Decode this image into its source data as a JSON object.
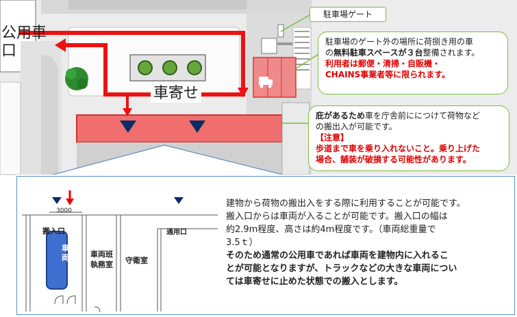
{
  "map": {
    "public_car_label_line1": "公用車",
    "public_car_label_line2": "口",
    "drop_off_label": "車寄せ",
    "gate_label": "駐車場ゲート"
  },
  "callout_parking": {
    "line1": "駐車場のゲート外の場所に荷捌き用の車",
    "line2_pre": "の",
    "line2_bold": "無料駐車スペースが３台",
    "line2_post": "整備されます。",
    "line3": "利用者は郵便・清掃・自販機・",
    "line4": "CHAINS事業者等に限られます。"
  },
  "callout_eaves": {
    "line1_bold": "庇があるため",
    "line1_post": "車を庁舎前ににつけて荷物など",
    "line2": "の搬出入が可能です。",
    "line3": "【注意】",
    "line4": "歩道まで車を乗り入れないこと。乗り上げた",
    "line5": "場合、舗装が破損する可能性があります。"
  },
  "detail": {
    "width_label": "3000",
    "entrance_label": "搬入口",
    "vehicle_label": "車両",
    "waiting_room_label_line1": "車両班",
    "waiting_room_label_line2": "執務室",
    "guard_room_label": "守衛室",
    "access_door_label": "通用口",
    "text_line1": "建物から荷物の搬出入をする際に利用することが可能です。",
    "text_line2": "搬入口からは車両が入ることが可能です。搬入口の幅は",
    "text_line3": "約2.9m程度、高さは約4m程度です。（車両総重量で",
    "text_line4": "3.5ｔ）",
    "text_line5": "そのため通常の公用車であれば車両を建物内に入れるこ",
    "text_line6": "とが可能となりますが、トラックなどの大きな車両につい",
    "text_line7": "ては車寄せに止めた状態での搬入とします。"
  }
}
